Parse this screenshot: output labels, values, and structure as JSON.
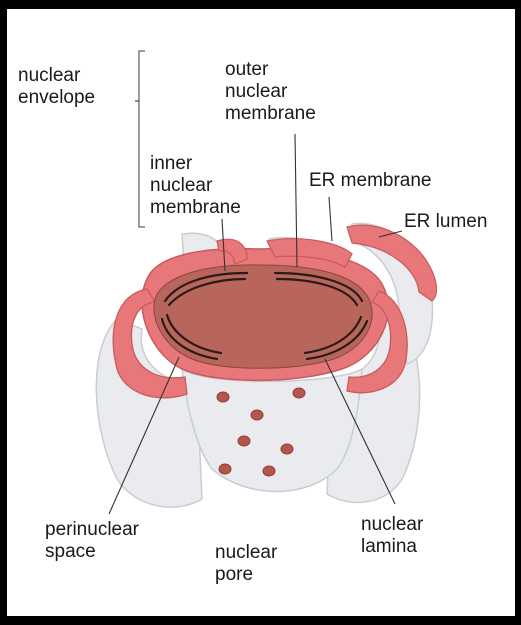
{
  "labels": {
    "nuclear_envelope": "nuclear\nenvelope",
    "outer_nuclear_membrane": "outer\nnuclear\nmembrane",
    "inner_nuclear_membrane": "inner\nnuclear\nmembrane",
    "er_membrane": "ER membrane",
    "er_lumen": "ER lumen",
    "perinuclear_space": "perinuclear\nspace",
    "nuclear_pore": "nuclear\npore",
    "nuclear_lamina": "nuclear\nlamina"
  },
  "colors": {
    "membrane_pink": "#e8777a",
    "membrane_light": "#f4b3b3",
    "nucleoplasm": "#b8665c",
    "er_gray": "#e9ebee",
    "er_shadow": "#cdd1d6",
    "lamina": "#2a1a18",
    "pore": "#b4564d"
  }
}
